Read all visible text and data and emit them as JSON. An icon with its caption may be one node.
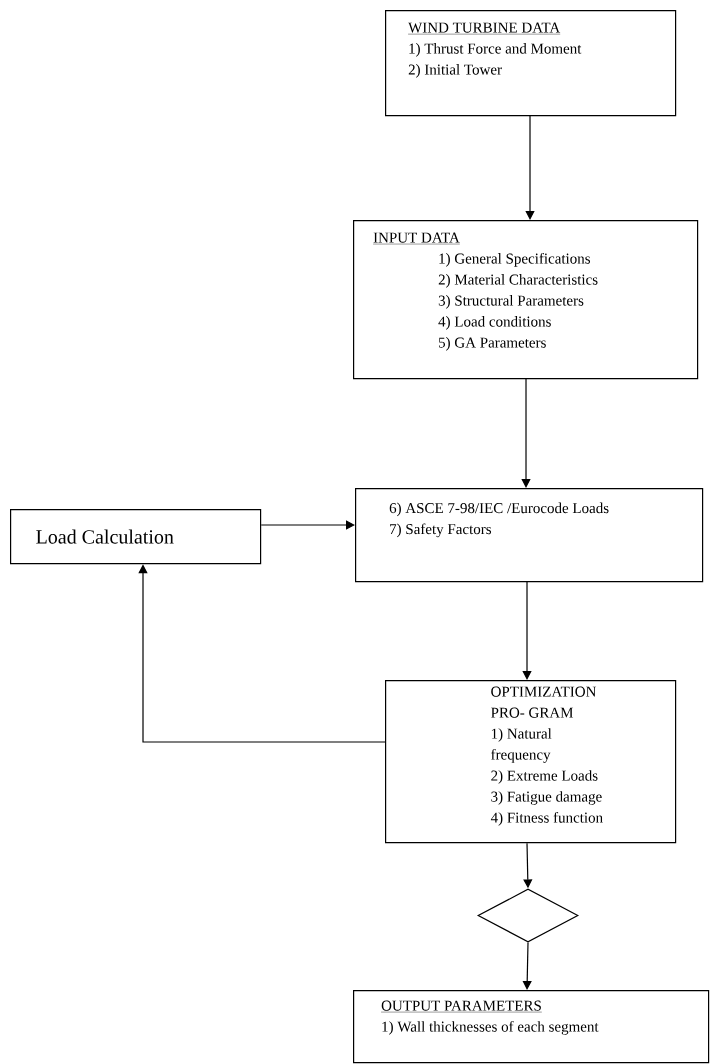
{
  "diagram": {
    "nodes": [
      {
        "text": [
          "WIND TURBINE DATA",
          "1) Thrust Force and Moment",
          "2) Initial Tower"
        ]
      },
      {
        "text": [
          "INPUT DATA",
          "1) General Specifications",
          "2) Material Characteristics",
          "3) Structural Parameters",
          "4) Load conditions",
          "5) GA Parameters"
        ]
      },
      {
        "text": [
          "6) ASCE 7-98/IEC /Eurocode Loads",
          "7) Safety Factors"
        ]
      },
      {
        "text": [
          "Load Calculation"
        ]
      },
      {
        "text": [
          "OPTIMIZATION PRO- GRAM",
          "1) Natural frequency",
          "2) Extreme Loads",
          "3) Fatigue damage",
          "4) Fitness function"
        ]
      },
      {
        "text": [],
        "shape": "diamond"
      },
      {
        "text": [
          "OUTPUT PARAMETERS",
          "1) Wall thicknesses of each segment"
        ]
      }
    ],
    "edges": [
      {
        "from": 0,
        "to": 1,
        "arrow": "to"
      },
      {
        "from": 1,
        "to": 2,
        "arrow": "to"
      },
      {
        "from": 3,
        "to": 2,
        "arrow": "to"
      },
      {
        "from": 2,
        "to": 4,
        "arrow": "to"
      },
      {
        "from": 4,
        "to": 3,
        "arrow": "to"
      },
      {
        "from": 4,
        "to": 5,
        "arrow": "to"
      },
      {
        "from": 5,
        "to": 6,
        "arrow": "to"
      }
    ]
  }
}
